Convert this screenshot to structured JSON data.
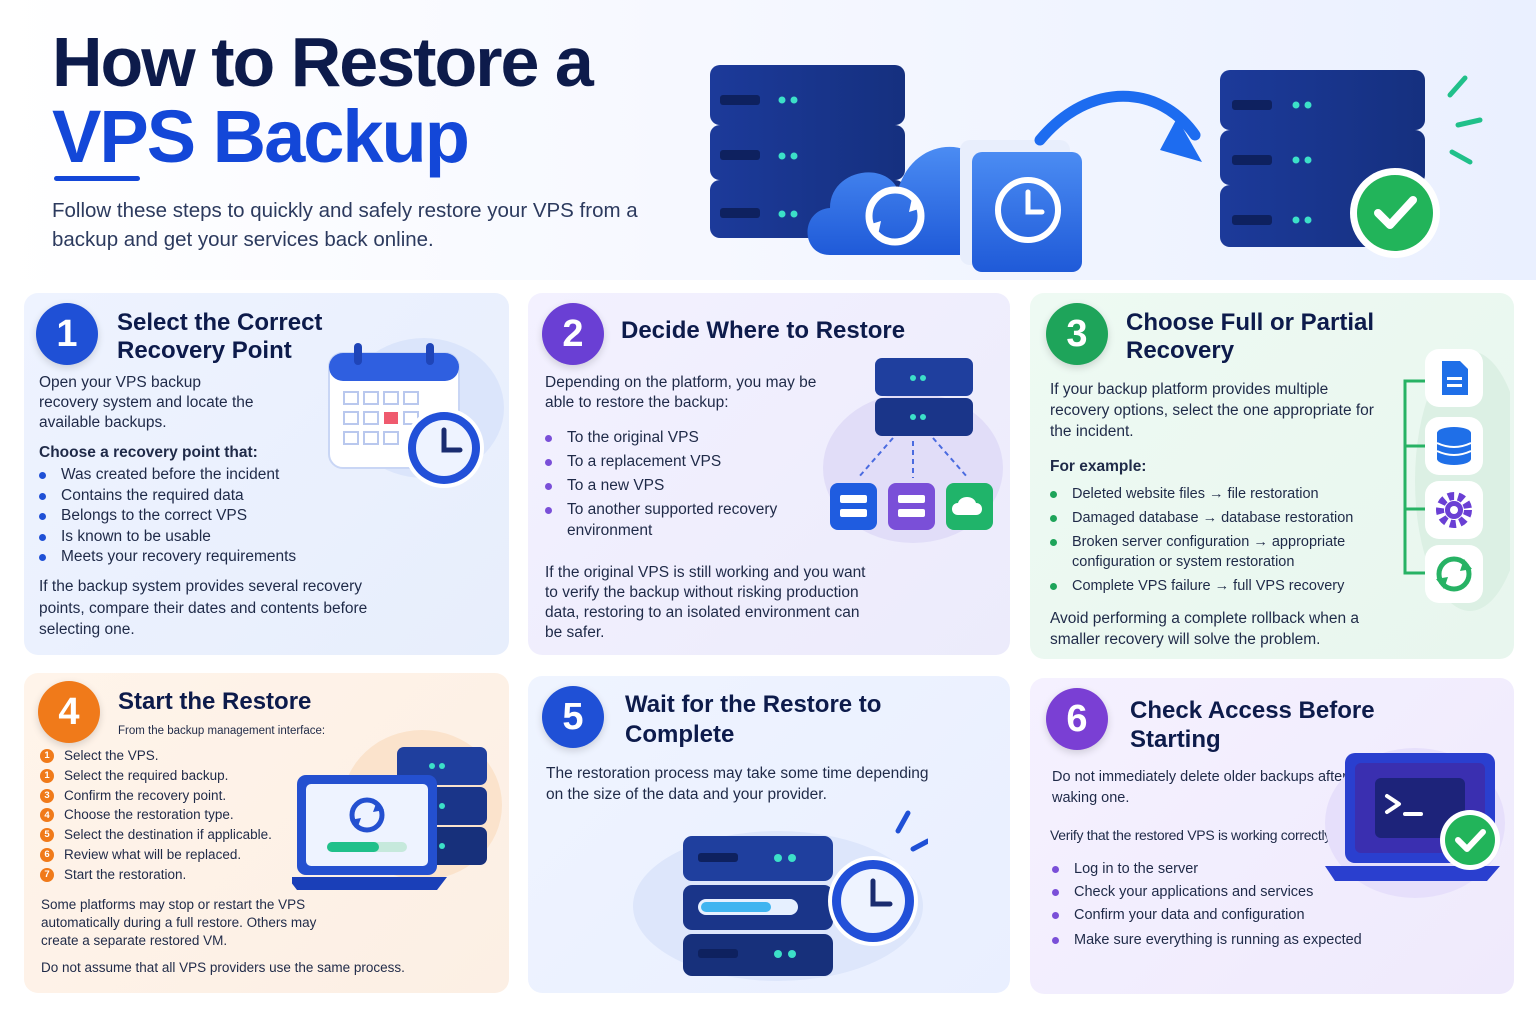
{
  "header": {
    "title_line1": "How to Restore a",
    "title_line2": "VPS Backup",
    "subtitle": "Follow these steps to quickly and safely restore your VPS from a backup and get your services back online."
  },
  "colors": {
    "navy": "#0d1b4b",
    "blue": "#1347d8",
    "purple": "#6a3fd4",
    "green": "#1ea45a",
    "orange": "#f07a1a"
  },
  "icons": {
    "hero": [
      "server-stack-icon",
      "cloud-sync-icon",
      "folder-clock-icon",
      "arrow-icon",
      "server-check-icon"
    ],
    "step1": "calendar-clock-icon",
    "step2": "server-destinations-icon",
    "step3": [
      "document-icon",
      "database-icon",
      "gear-icon",
      "refresh-icon"
    ],
    "step4": "laptop-server-icon",
    "step5": "server-clock-icon",
    "step6": "terminal-laptop-icon"
  },
  "steps": [
    {
      "number": "1",
      "title": "Select the Correct Recovery Point",
      "intro": "Open your VPS backup recovery system and locate the available backups.",
      "subheading": "Choose a recovery point that:",
      "bullets": [
        "Was created before the incident",
        "Contains the required data",
        "Belongs to the correct VPS",
        "Is known to be usable",
        "Meets your recovery requirements"
      ],
      "note": "If the backup system provides several recovery points, compare their dates and contents before selecting one."
    },
    {
      "number": "2",
      "title": "Decide Where to Restore",
      "intro": "Depending on the platform, you may be able to restore the backup:",
      "bullets": [
        "To the original VPS",
        "To a replacement VPS",
        "To a new VPS",
        "To another supported recovery environment"
      ],
      "note": "If the original VPS is still working and you want to verify the backup without risking production data, restoring to an isolated environment can be safer."
    },
    {
      "number": "3",
      "title": "Choose Full or Partial Recovery",
      "intro": "If your backup platform provides multiple recovery options, select the one appropriate for the incident.",
      "subheading": "For example:",
      "bullets": [
        "Deleted website files → file restoration",
        "Damaged database → database restoration",
        "Broken server configuration → appropriate configuration or system restoration",
        "Complete VPS failure → full VPS recovery"
      ],
      "note": "Avoid performing a complete rollback when a smaller recovery will solve the problem."
    },
    {
      "number": "4",
      "title": "Start the Restore",
      "intro": "From the backup management interface:",
      "numbered": [
        {
          "n": "1",
          "text": "Select the VPS."
        },
        {
          "n": "1",
          "text": "Select the required backup."
        },
        {
          "n": "3",
          "text": "Confirm the recovery point."
        },
        {
          "n": "4",
          "text": "Choose the restoration type."
        },
        {
          "n": "5",
          "text": "Select the destination if applicable."
        },
        {
          "n": "6",
          "text": "Review what will be replaced."
        },
        {
          "n": "7",
          "text": "Start the restoration."
        }
      ],
      "note": "Some platforms may stop or restart the VPS automatically during a full restore. Others may create a separate restored VM.",
      "note2": "Do not assume that all VPS providers use the same process."
    },
    {
      "number": "5",
      "title": "Wait for the Restore to Complete",
      "intro": "The restoration process may take some time depending on the size of the data and your provider."
    },
    {
      "number": "6",
      "title": "Check Access Before Starting",
      "intro": "Do not immediately delete older backups after waking one.",
      "subheading": "Verify that the restored VPS is working correctly:",
      "bullets": [
        "Log in to the server",
        "Check your applications and services",
        "Confirm your data and configuration",
        "Make sure everything is running as expected"
      ]
    }
  ]
}
